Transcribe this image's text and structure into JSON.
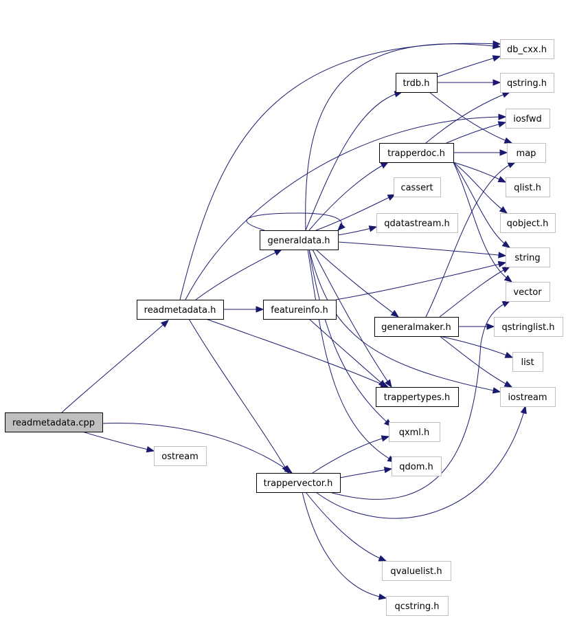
{
  "colors": {
    "edge": "#191970",
    "root_fill": "#bfbfbf",
    "root_stroke": "#000000",
    "internal_stroke": "#000000",
    "external_stroke": "#bfbfbf",
    "node_fill": "#ffffff"
  },
  "nodes": [
    {
      "id": "readmetadata_cpp",
      "label": "readmetadata.cpp",
      "kind": "root"
    },
    {
      "id": "readmetadata_h",
      "label": "readmetadata.h",
      "kind": "internal"
    },
    {
      "id": "ostream",
      "label": "ostream",
      "kind": "external"
    },
    {
      "id": "trappervector_h",
      "label": "trappervector.h",
      "kind": "internal"
    },
    {
      "id": "generaldata_h",
      "label": "generaldata.h",
      "kind": "internal"
    },
    {
      "id": "featureinfo_h",
      "label": "featureinfo.h",
      "kind": "internal"
    },
    {
      "id": "trappertypes_h",
      "label": "trappertypes.h",
      "kind": "internal"
    },
    {
      "id": "trdb_h",
      "label": "trdb.h",
      "kind": "internal"
    },
    {
      "id": "trapperdoc_h",
      "label": "trapperdoc.h",
      "kind": "internal"
    },
    {
      "id": "generalmaker_h",
      "label": "generalmaker.h",
      "kind": "internal"
    },
    {
      "id": "db_cxx_h",
      "label": "db_cxx.h",
      "kind": "external"
    },
    {
      "id": "qstring_h",
      "label": "qstring.h",
      "kind": "external"
    },
    {
      "id": "iosfwd",
      "label": "iosfwd",
      "kind": "external"
    },
    {
      "id": "map",
      "label": "map",
      "kind": "external"
    },
    {
      "id": "cassert",
      "label": "cassert",
      "kind": "external"
    },
    {
      "id": "qlist_h",
      "label": "qlist.h",
      "kind": "external"
    },
    {
      "id": "qdatastream_h",
      "label": "qdatastream.h",
      "kind": "external"
    },
    {
      "id": "qobject_h",
      "label": "qobject.h",
      "kind": "external"
    },
    {
      "id": "string",
      "label": "string",
      "kind": "external"
    },
    {
      "id": "vector",
      "label": "vector",
      "kind": "external"
    },
    {
      "id": "qstringlist_h",
      "label": "qstringlist.h",
      "kind": "external"
    },
    {
      "id": "list",
      "label": "list",
      "kind": "external"
    },
    {
      "id": "iostream",
      "label": "iostream",
      "kind": "external"
    },
    {
      "id": "qxml_h",
      "label": "qxml.h",
      "kind": "external"
    },
    {
      "id": "qdom_h",
      "label": "qdom.h",
      "kind": "external"
    },
    {
      "id": "qvaluelist_h",
      "label": "qvaluelist.h",
      "kind": "external"
    },
    {
      "id": "qcstring_h",
      "label": "qcstring.h",
      "kind": "external"
    }
  ],
  "edges": [
    {
      "from": "readmetadata_cpp",
      "to": "readmetadata_h"
    },
    {
      "from": "readmetadata_cpp",
      "to": "ostream"
    },
    {
      "from": "readmetadata_cpp",
      "to": "trappervector_h"
    },
    {
      "from": "readmetadata_h",
      "to": "generaldata_h"
    },
    {
      "from": "readmetadata_h",
      "to": "featureinfo_h"
    },
    {
      "from": "readmetadata_h",
      "to": "trappertypes_h"
    },
    {
      "from": "readmetadata_h",
      "to": "trappervector_h"
    },
    {
      "from": "readmetadata_h",
      "to": "db_cxx_h"
    },
    {
      "from": "readmetadata_h",
      "to": "iosfwd"
    },
    {
      "from": "generaldata_h",
      "to": "generaldata_h"
    },
    {
      "from": "generaldata_h",
      "to": "trdb_h"
    },
    {
      "from": "generaldata_h",
      "to": "db_cxx_h"
    },
    {
      "from": "generaldata_h",
      "to": "trapperdoc_h"
    },
    {
      "from": "generaldata_h",
      "to": "cassert"
    },
    {
      "from": "generaldata_h",
      "to": "qdatastream_h"
    },
    {
      "from": "generaldata_h",
      "to": "string"
    },
    {
      "from": "generaldata_h",
      "to": "generalmaker_h"
    },
    {
      "from": "generaldata_h",
      "to": "trappertypes_h"
    },
    {
      "from": "generaldata_h",
      "to": "iostream"
    },
    {
      "from": "generaldata_h",
      "to": "qxml_h"
    },
    {
      "from": "generaldata_h",
      "to": "qdom_h"
    },
    {
      "from": "trdb_h",
      "to": "db_cxx_h"
    },
    {
      "from": "trdb_h",
      "to": "qstring_h"
    },
    {
      "from": "trdb_h",
      "to": "map"
    },
    {
      "from": "trapperdoc_h",
      "to": "qstring_h"
    },
    {
      "from": "trapperdoc_h",
      "to": "iosfwd"
    },
    {
      "from": "trapperdoc_h",
      "to": "map"
    },
    {
      "from": "trapperdoc_h",
      "to": "qlist_h"
    },
    {
      "from": "trapperdoc_h",
      "to": "qobject_h"
    },
    {
      "from": "trapperdoc_h",
      "to": "string"
    },
    {
      "from": "trapperdoc_h",
      "to": "vector"
    },
    {
      "from": "featureinfo_h",
      "to": "string"
    },
    {
      "from": "featureinfo_h",
      "to": "trappertypes_h"
    },
    {
      "from": "generalmaker_h",
      "to": "map"
    },
    {
      "from": "generalmaker_h",
      "to": "string"
    },
    {
      "from": "generalmaker_h",
      "to": "qstringlist_h"
    },
    {
      "from": "generalmaker_h",
      "to": "list"
    },
    {
      "from": "generalmaker_h",
      "to": "iostream"
    },
    {
      "from": "trappervector_h",
      "to": "qxml_h"
    },
    {
      "from": "trappervector_h",
      "to": "qdom_h"
    },
    {
      "from": "trappervector_h",
      "to": "vector"
    },
    {
      "from": "trappervector_h",
      "to": "iostream"
    },
    {
      "from": "trappervector_h",
      "to": "qvaluelist_h"
    },
    {
      "from": "trappervector_h",
      "to": "qcstring_h"
    }
  ]
}
